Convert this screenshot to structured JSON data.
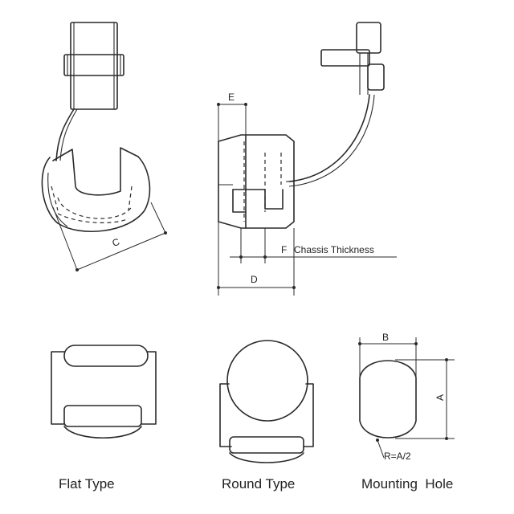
{
  "labels": {
    "dim_c": "C",
    "dim_d": "D",
    "dim_e": "E",
    "dim_f": "F",
    "chassis_thickness": "Chassis Thickness",
    "dim_b": "B",
    "dim_a": "A",
    "radius_note": "R=A/2"
  },
  "captions": {
    "flat_type": "Flat Type",
    "round_type": "Round Type",
    "mounting_hole": "Mounting  Hole"
  }
}
